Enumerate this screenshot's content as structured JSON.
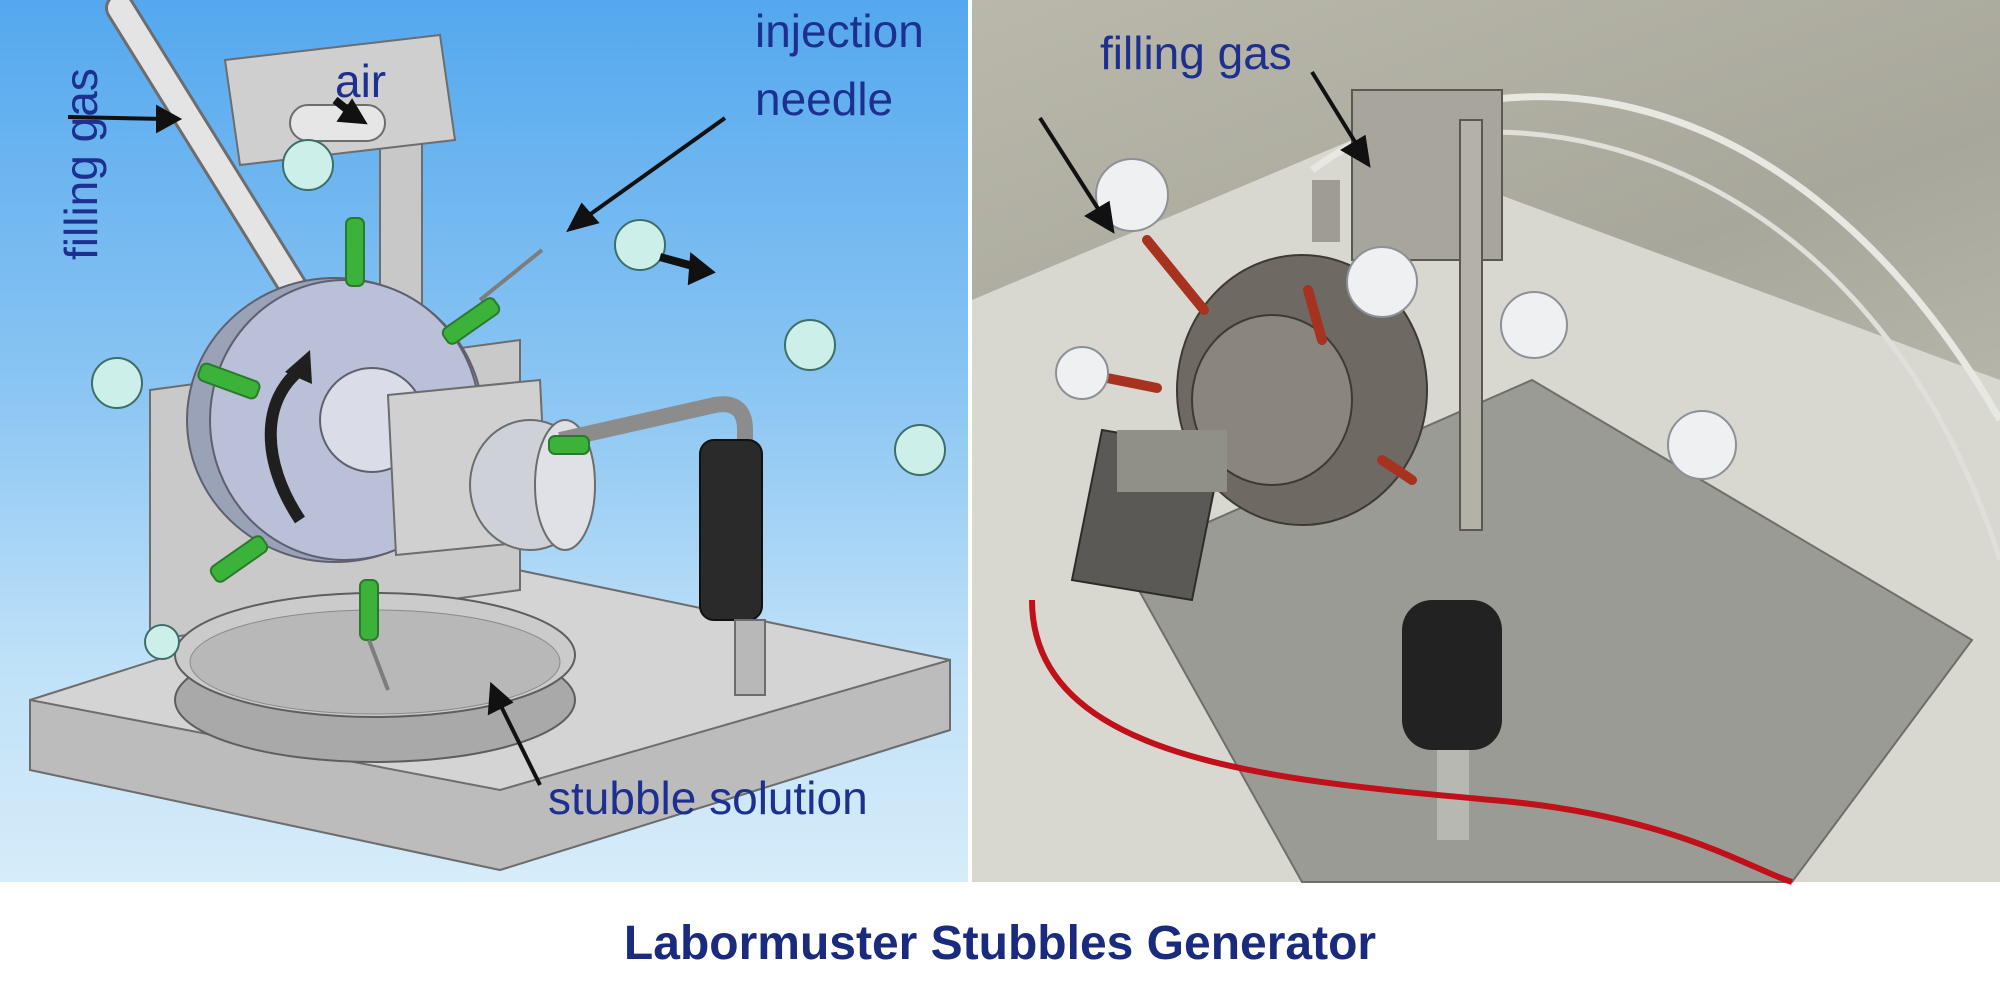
{
  "caption": "Labormuster Stubbles Generator",
  "labels": {
    "filling_gas_left": "filling gas",
    "air": "air",
    "injection_needle": [
      "injection",
      "needle"
    ],
    "stubble_solution": "stubble solution",
    "filling_gas_right": "filling gas"
  },
  "colors": {
    "label_text": "#1d2f8f",
    "caption_text": "#1a2a7c",
    "needle_green": "#3bb33b",
    "cable_red": "#c0101a"
  }
}
